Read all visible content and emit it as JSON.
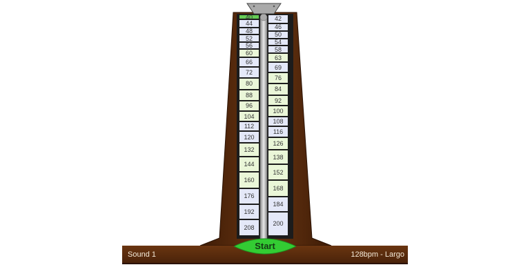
{
  "scale": {
    "left": [
      40,
      44,
      48,
      52,
      56,
      60,
      66,
      72,
      80,
      88,
      96,
      104,
      112,
      120,
      132,
      144,
      160,
      176,
      192,
      208
    ],
    "right": [
      42,
      46,
      50,
      54,
      58,
      63,
      69,
      76,
      84,
      92,
      100,
      108,
      116,
      126,
      138,
      152,
      168,
      184,
      200
    ],
    "highlighted": 40
  },
  "colors": {
    "wood": "#5a2c0c",
    "cell_green": "#eaf6d8",
    "cell_blue": "#e4e8f8",
    "highlight": "#66cc55",
    "start_button": "#33cc33",
    "pendulum": "#b8b8b8"
  },
  "controls": {
    "start_label": "Start",
    "sound_label": "Sound 1",
    "tempo_readout": "128bpm - Largo"
  }
}
